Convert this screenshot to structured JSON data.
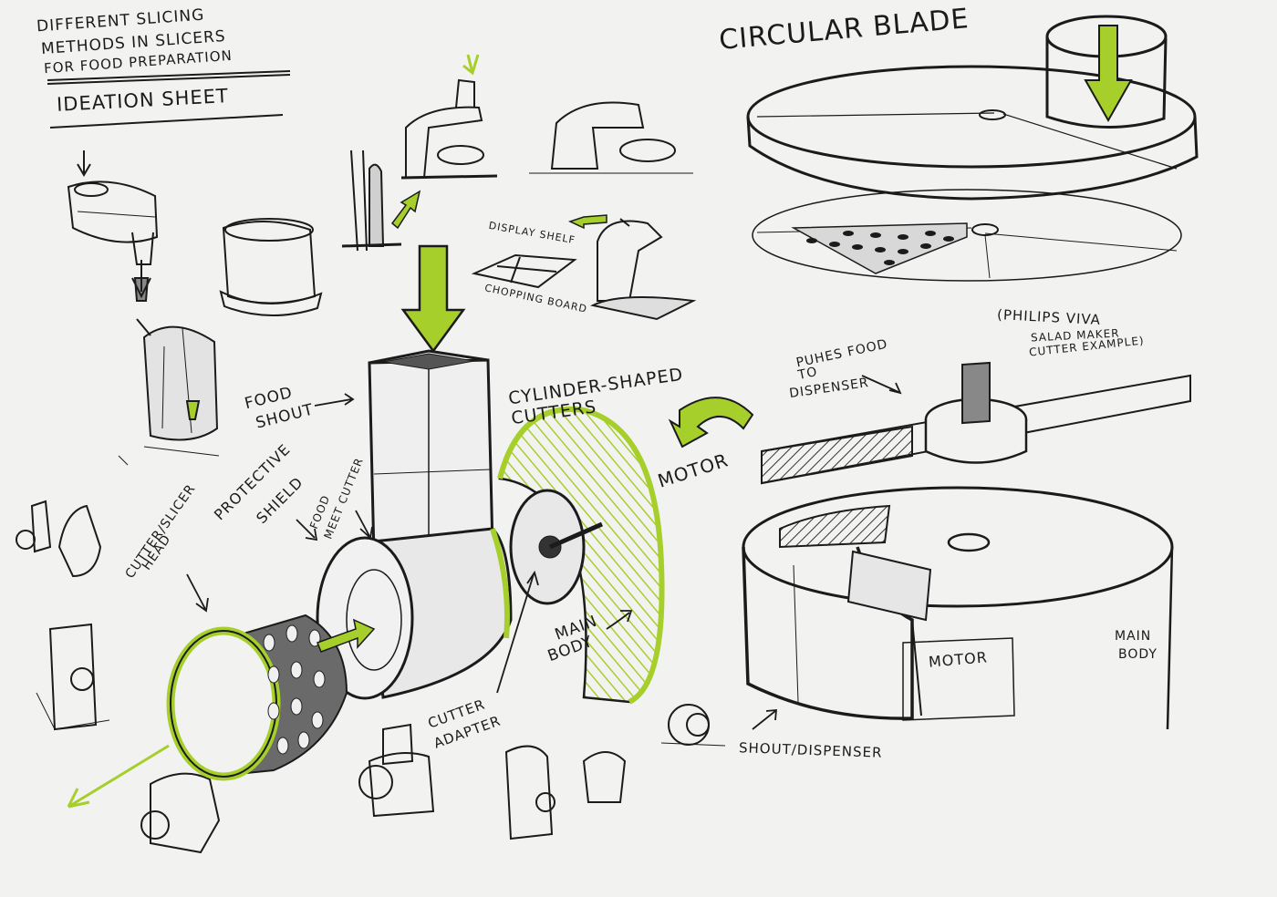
{
  "title": {
    "line1": "DIFFERENT SLICING",
    "line2": "METHODS IN SLICERS",
    "line3": "FOR FOOD PREPARATION",
    "sheet_name": "IDEATION SHEET"
  },
  "labels": {
    "circular_blade": "CIRCULAR BLADE",
    "display_shelf": "DISPLAY SHELF",
    "chopping_board": "CHOPPING BOARD",
    "cylinder_shaped_cutters": "CYLINDER-SHAPED CUTTERS",
    "food_shout_1": "FOOD",
    "food_shout_2": "SHOUT",
    "protective_shield_1": "PROTECTIVE",
    "protective_shield_2": "SHIELD",
    "food_meet_cutter_1": "FOOD",
    "food_meet_cutter_2": "MEET CUTTER",
    "cutter_slicer_head_1": "CUTTER/SLICER",
    "cutter_slicer_head_2": "HEAD",
    "motor_left": "MOTOR",
    "main_body_left_1": "MAIN",
    "main_body_left_2": "BODY",
    "cutter_adapter_1": "CUTTER",
    "cutter_adapter_2": "ADAPTER",
    "pushes_food_1": "PUHES FOOD",
    "pushes_food_2": "TO",
    "pushes_food_3": "DISPENSER",
    "philips_1": "(PHILIPS VIVA",
    "philips_2": "SALAD MAKER",
    "philips_3": "CUTTER EXAMPLE)",
    "motor_right": "MOTOR",
    "main_body_right_1": "MAIN",
    "main_body_right_2": "BODY",
    "shout_dispenser": "SHOUT/DISPENSER"
  },
  "colors": {
    "paper": "#f2f2f1",
    "ink": "#1b1b1b",
    "marker_green": "#a6cf2c",
    "marker_grey": "#bdbdbd"
  }
}
